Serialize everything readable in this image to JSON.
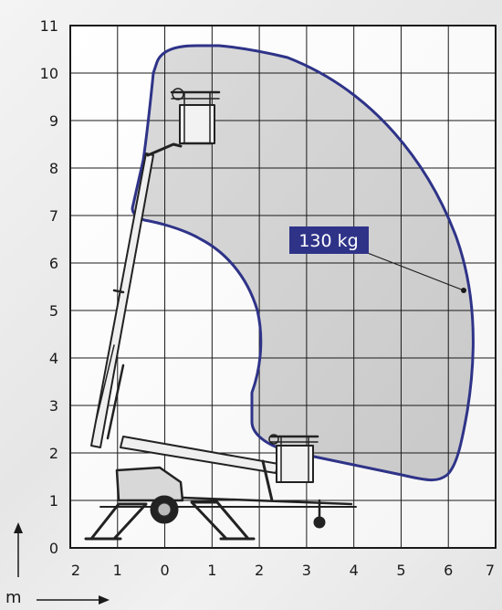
{
  "diagram": {
    "y_ticks": [
      "0",
      "1",
      "2",
      "3",
      "4",
      "5",
      "6",
      "7",
      "8",
      "9",
      "10",
      "11"
    ],
    "x_ticks": [
      "2",
      "1",
      "0",
      "1",
      "2",
      "3",
      "4",
      "5",
      "6",
      "7"
    ],
    "unit_label": "m",
    "load_label": "130 kg",
    "colors": {
      "envelope": "#2e3388",
      "label_bg": "#2e3388",
      "grid": "#1a1a1a",
      "machine": "#222222"
    }
  }
}
